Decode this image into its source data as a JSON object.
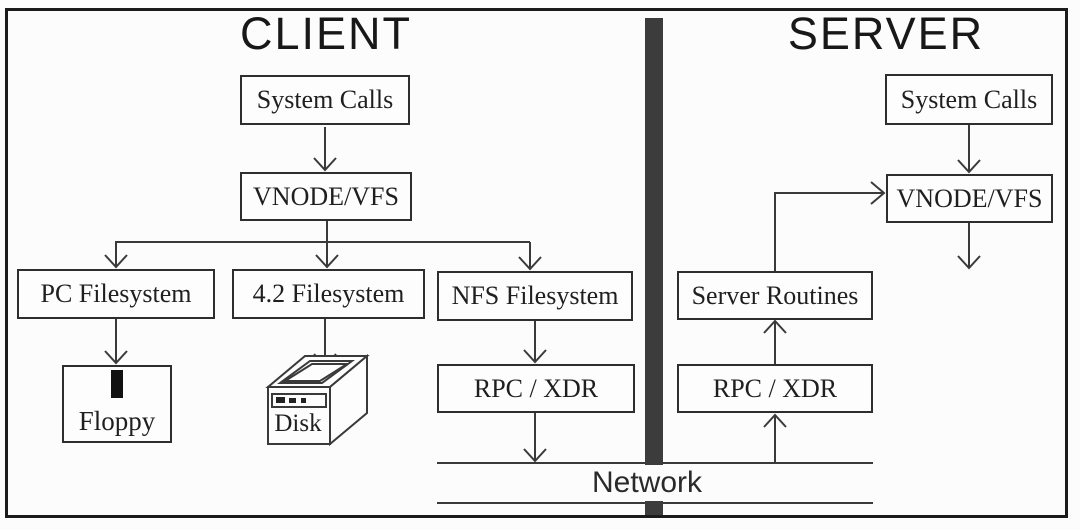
{
  "titles": {
    "client": "CLIENT",
    "server": "SERVER"
  },
  "network": {
    "label": "Network"
  },
  "client": {
    "system_calls": "System Calls",
    "vnode_vfs": "VNODE/VFS",
    "pc_filesystem": "PC Filesystem",
    "filesystem_42": "4.2 Filesystem",
    "nfs_filesystem": "NFS Filesystem",
    "rpc_xdr": "RPC / XDR",
    "floppy_label": "Floppy",
    "disk_label": "Disk"
  },
  "server": {
    "system_calls": "System Calls",
    "vnode_vfs": "VNODE/VFS",
    "server_routines": "Server Routines",
    "rpc_xdr": "RPC / XDR"
  },
  "colors": {
    "line": "#3a3a3a",
    "separator": "#3c3c3c",
    "frame_border": "#1b1b1b",
    "background": "#fcfcfc",
    "box_border": "#2e2e2e",
    "text": "#1f1f1f"
  }
}
